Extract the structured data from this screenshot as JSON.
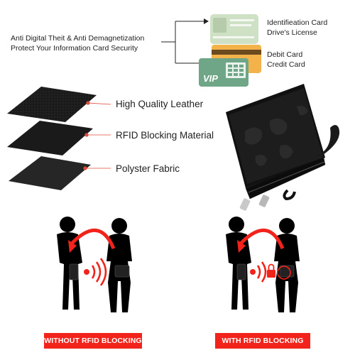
{
  "header": {
    "left_text_line1": "Anti Digital Theit & Anti Demagnetization",
    "left_text_line2": "Protect Your Information Card Security"
  },
  "cards": {
    "id_label_line1": "Identifieation Card",
    "id_label_line2": "Drive's License",
    "bank_label_line1": "Debit Card",
    "bank_label_line2": "Credit Card",
    "vip_text": "VIP"
  },
  "layers": {
    "layer1": "High Quality Leather",
    "layer2": "RFID Blocking Material",
    "layer3": "Polyster Fabric"
  },
  "badges": {
    "without": "WITHOUT RFID BLOCKING",
    "with": "WITH RFID BLOCKING"
  },
  "colors": {
    "accent_red": "#f2231b",
    "id_card_green": "#cfe1c4",
    "bank_card_gold": "#f3b24a",
    "vip_card_green": "#6fa687",
    "silhouette": "#000000",
    "leather": "#1c1c1c"
  }
}
